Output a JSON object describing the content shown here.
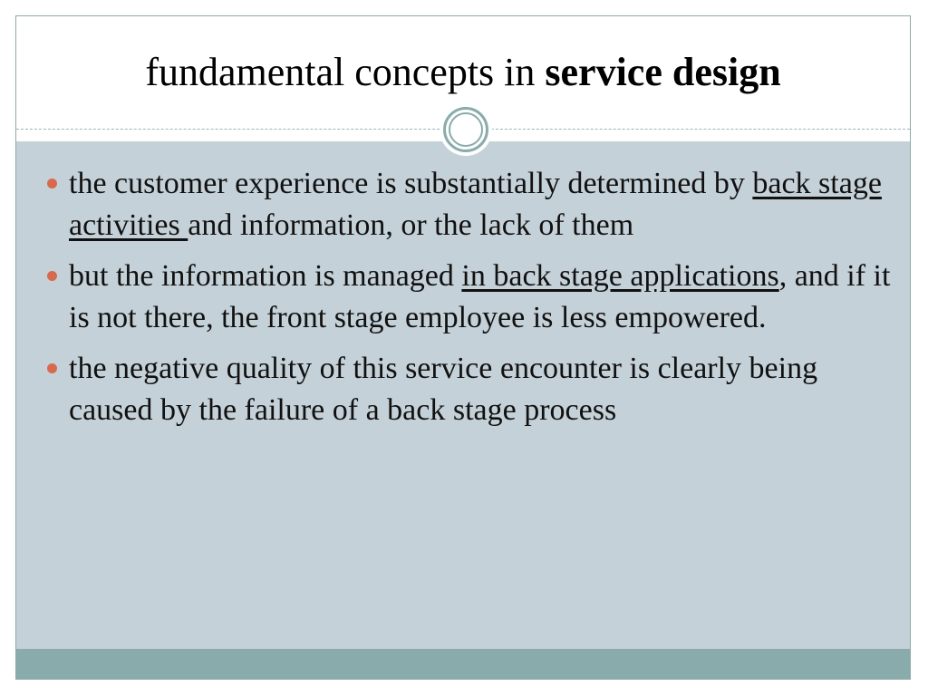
{
  "slide": {
    "title_plain": "fundamental concepts in ",
    "title_bold": "service design",
    "colors": {
      "bullet": "#d9694e",
      "content_bg": "#c5d1d8",
      "accent": "#8aabab"
    },
    "bullets": [
      {
        "parts": [
          {
            "text": "the customer experience is substantially determined by ",
            "underline": false
          },
          {
            "text": "back stage activities ",
            "underline": true
          },
          {
            "text": "and information, or the lack of them",
            "underline": false
          }
        ]
      },
      {
        "parts": [
          {
            "text": "but the information is managed ",
            "underline": false
          },
          {
            "text": "in back stage applications",
            "underline": true
          },
          {
            "text": ", and if it is not there, the front stage employee is less empowered.",
            "underline": false
          }
        ]
      },
      {
        "parts": [
          {
            "text": "the negative quality of this service encounter is clearly being caused by the failure of a back stage process",
            "underline": false
          }
        ]
      }
    ]
  }
}
